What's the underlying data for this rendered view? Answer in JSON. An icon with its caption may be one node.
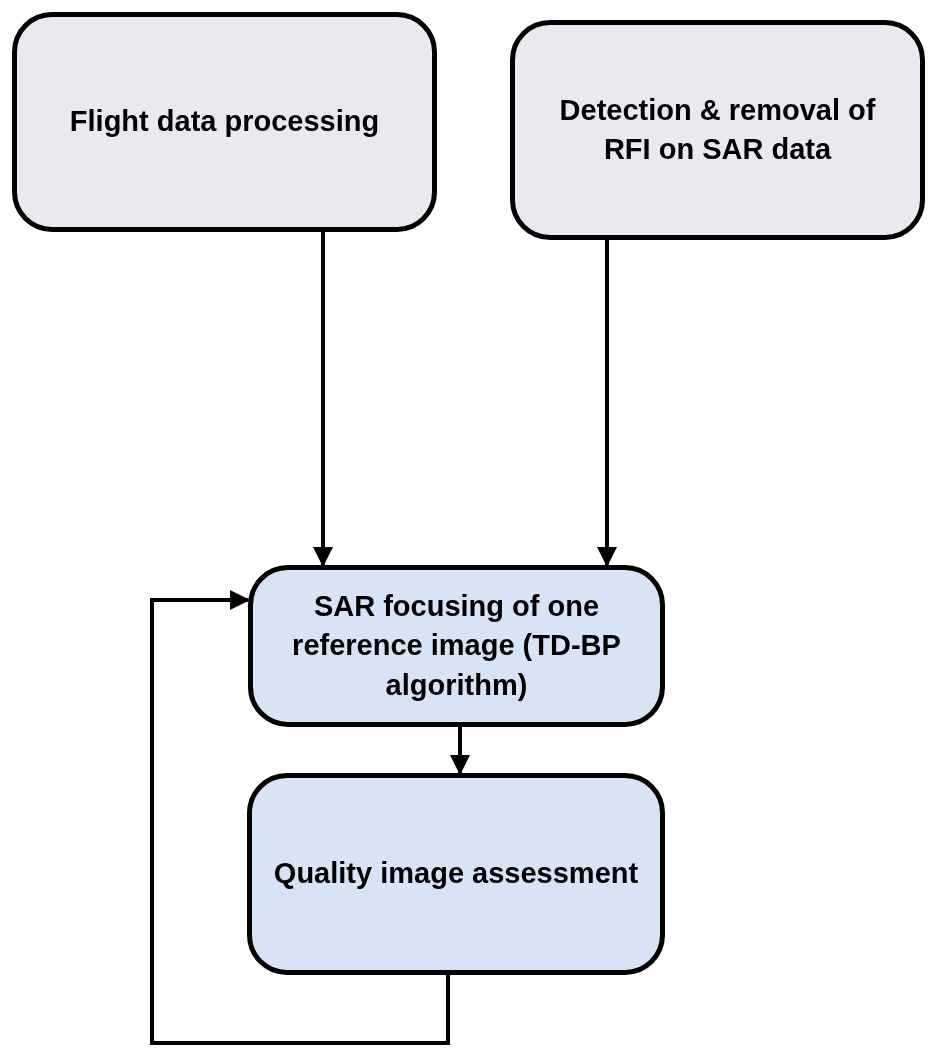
{
  "diagram": {
    "nodes": [
      {
        "text": [
          "Flight data processing"
        ]
      },
      {
        "text": [
          "Detection & removal of RFI on SAR data"
        ]
      },
      {
        "text": [
          "SAR focusing of one reference image (TD-BP algorithm)"
        ]
      },
      {
        "text": [
          "Quality image assessment"
        ]
      }
    ],
    "edges": [
      {
        "from": 0,
        "to": 2,
        "arrow": "to"
      },
      {
        "from": 1,
        "to": 2,
        "arrow": "to"
      },
      {
        "from": 2,
        "to": 3,
        "arrow": "to"
      },
      {
        "from": 3,
        "to": 2,
        "arrow": "to"
      }
    ]
  }
}
